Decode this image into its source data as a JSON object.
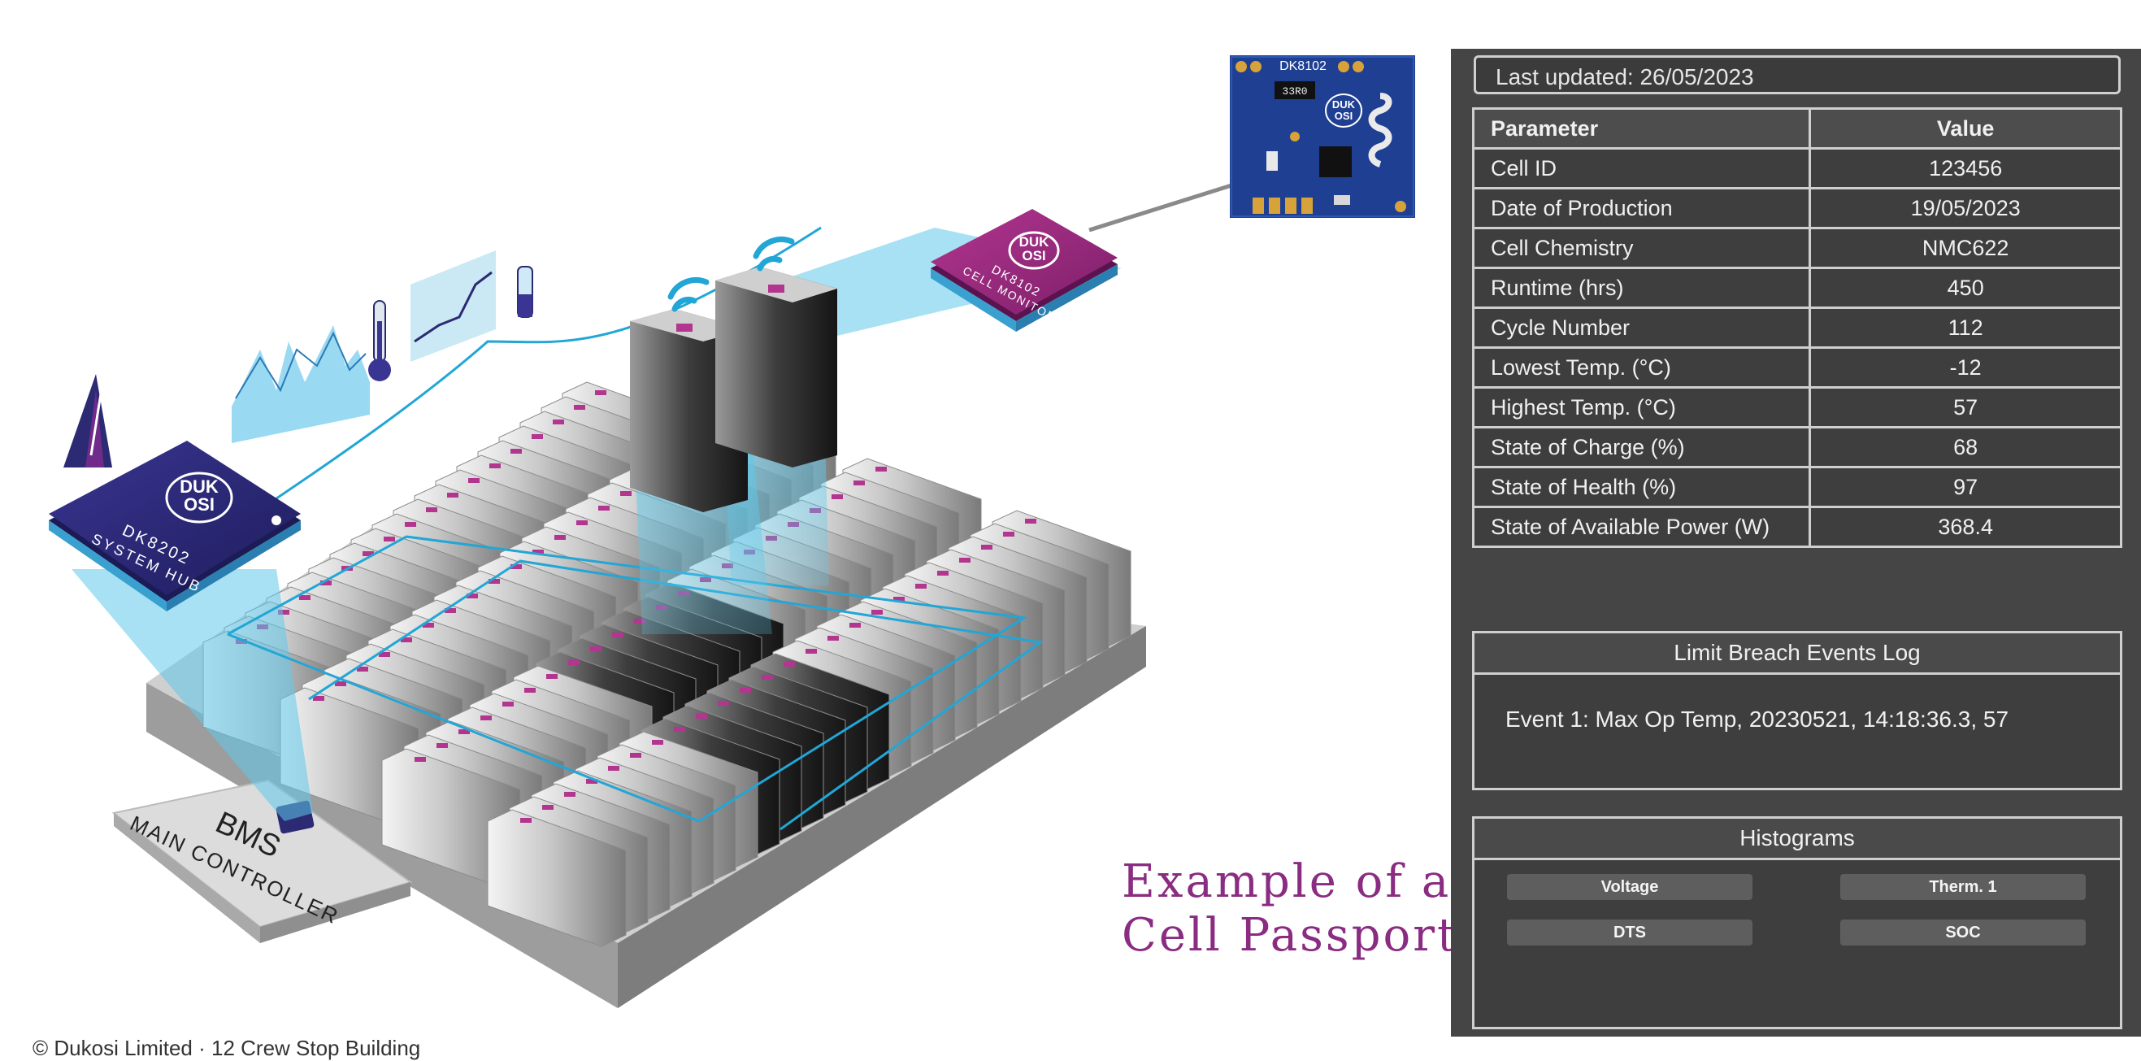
{
  "illustration": {
    "bms_label": "BMS",
    "main_controller_label": "MAIN CONTROLLER",
    "system_hub_chip": {
      "logo_line1": "DUK",
      "logo_line2": "OSI",
      "model": "DK8202",
      "name": "SYSTEM HUB"
    },
    "cell_monitor_chip": {
      "logo_line1": "DUK",
      "logo_line2": "OSI",
      "model": "DK8102",
      "name": "CELL MONITOR"
    },
    "pcb": {
      "model": "DK8102",
      "resistor": "33R0",
      "logo_line1": "DUK",
      "logo_line2": "OSI"
    }
  },
  "caption": {
    "line1": "Example of a",
    "line2": "Cell Passport"
  },
  "copyright": "© Dukosi Limited · 12 Crew Stop Building",
  "passport": {
    "last_updated": "Last updated: 26/05/2023",
    "table": {
      "headers": [
        "Parameter",
        "Value"
      ],
      "rows": [
        [
          "Cell ID",
          "123456"
        ],
        [
          "Date of Production",
          "19/05/2023"
        ],
        [
          "Cell Chemistry",
          "NMC622"
        ],
        [
          "Runtime (hrs)",
          "450"
        ],
        [
          "Cycle Number",
          "112"
        ],
        [
          "Lowest Temp. (°C)",
          "-12"
        ],
        [
          "Highest Temp. (°C)",
          "57"
        ],
        [
          "State of Charge (%)",
          "68"
        ],
        [
          "State of Health (%)",
          "97"
        ],
        [
          "State of Available Power (W)",
          "368.4"
        ]
      ]
    },
    "events_log": {
      "title": "Limit Breach Events Log",
      "entries": [
        "Event 1: Max Op Temp, 20230521, 14:18:36.3, 57"
      ]
    },
    "histograms": {
      "title": "Histograms",
      "buttons": [
        "Voltage",
        "Therm. 1",
        "DTS",
        "SOC"
      ]
    }
  },
  "colors": {
    "purple": "#8a2c82",
    "navy": "#2b2a73",
    "cyan": "#34b6e0",
    "panel": "#454545"
  }
}
